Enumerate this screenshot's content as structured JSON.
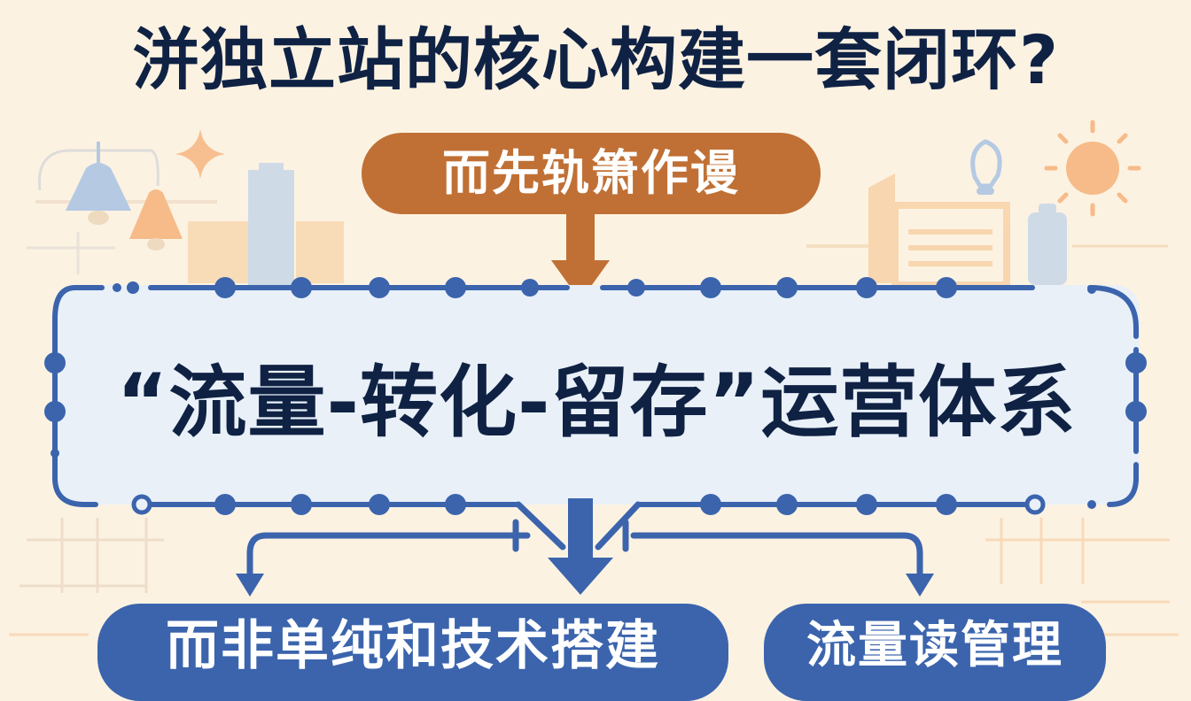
{
  "title": "洴独立站的核心构建一套闭环?",
  "top_label": "而先轨箫作谩",
  "core_box": {
    "text": "“流量-转化-留存”运营体系"
  },
  "outputs": [
    {
      "label": "而非单纯和技术搭建"
    },
    {
      "label": "流量读管理"
    }
  ],
  "icons": [
    "lamp-icon",
    "sparkle-icon",
    "building-icon",
    "lightbulb-icon",
    "sun-icon",
    "laptop-icon",
    "bottle-icon"
  ],
  "colors": {
    "background": "#fcf2e2",
    "title_text": "#0f2244",
    "top_pill": "#c07035",
    "primary_blue": "#3b64ad",
    "box_fill": "#e9f0f8",
    "decor_blue": "#a9c2e4",
    "decor_orange": "#f5b27a"
  }
}
